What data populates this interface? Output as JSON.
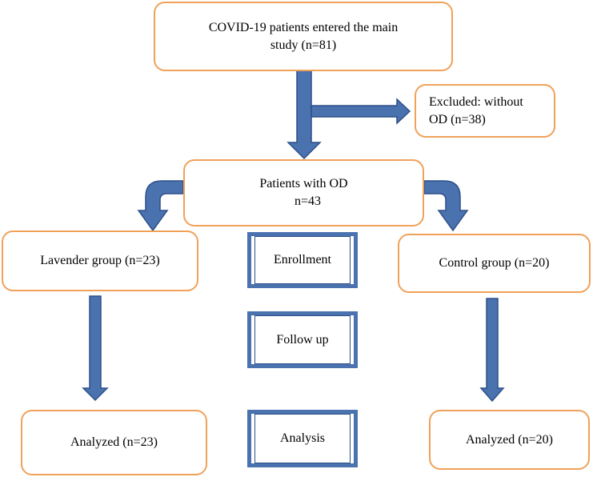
{
  "boxes": {
    "main_study": {
      "line1": "COVID-19 patients entered the main",
      "line2": "study (n=81)"
    },
    "excluded": {
      "line1": "Excluded: without",
      "line2": "OD (n=38)"
    },
    "patients_od": {
      "line1": "Patients with OD",
      "line2": "n=43"
    },
    "lavender": "Lavender group (n=23)",
    "control": "Control group (n=20)",
    "analyzed_left": "Analyzed (n=23)",
    "analyzed_right": "Analyzed (n=20)"
  },
  "stages": {
    "enrollment": "Enrollment",
    "follow_up": "Follow up",
    "analysis": "Analysis"
  },
  "colors": {
    "box_border": "#F0A15A",
    "arrow_fill": "#4A72AF",
    "arrow_stroke": "#2E5089"
  }
}
